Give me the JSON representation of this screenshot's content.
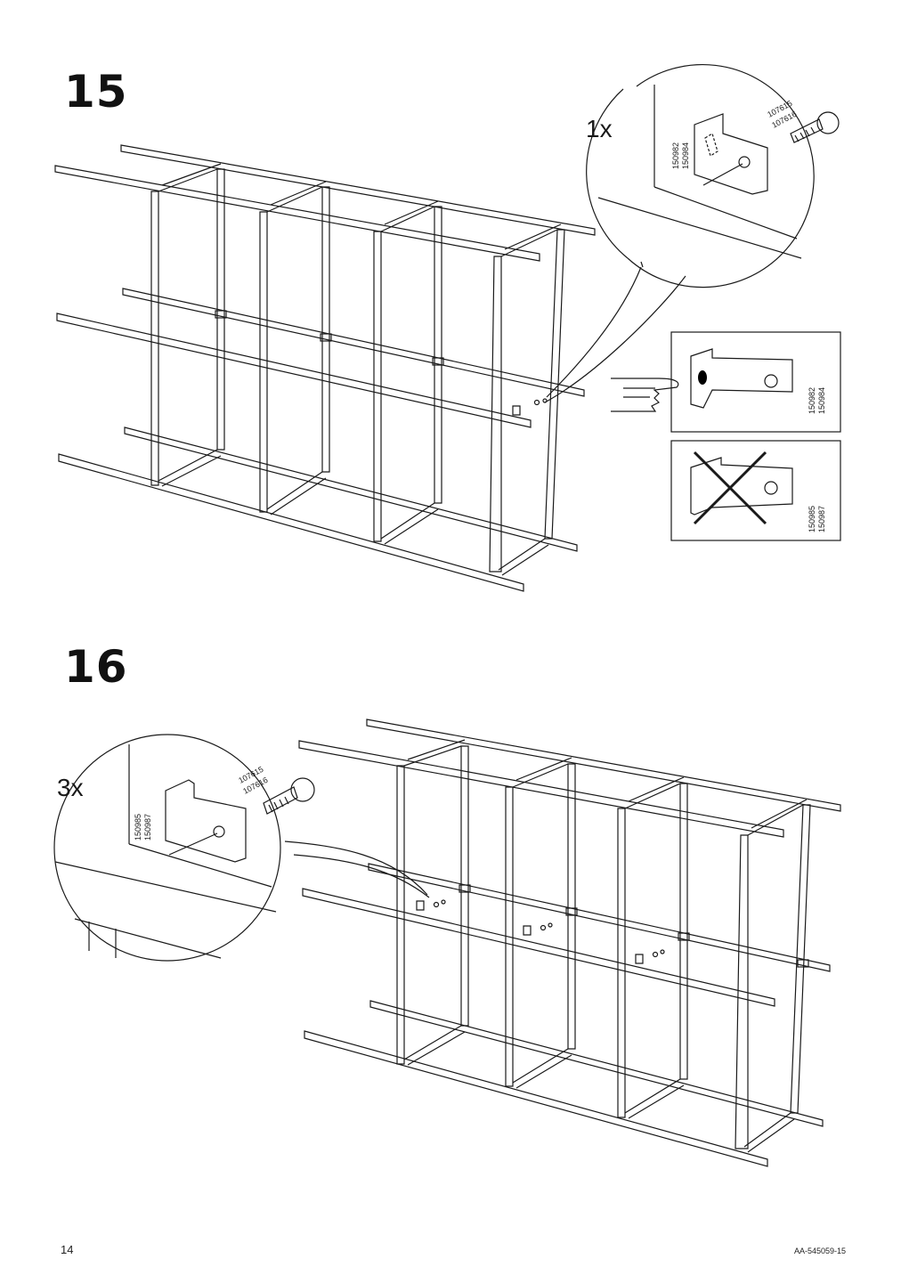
{
  "steps": [
    {
      "number": "15",
      "quantity": "1x",
      "screw_parts": [
        "107615",
        "107616"
      ],
      "bracket_parts": [
        "150982",
        "150984"
      ],
      "correct_bracket_parts": [
        "150982",
        "150984"
      ],
      "wrong_bracket_parts": [
        "150985",
        "150987"
      ]
    },
    {
      "number": "16",
      "quantity": "3x",
      "screw_parts": [
        "107615",
        "107616"
      ],
      "bracket_parts": [
        "150985",
        "150987"
      ]
    }
  ],
  "footer": {
    "page_number": "14",
    "document_code": "AA-545059-15"
  }
}
